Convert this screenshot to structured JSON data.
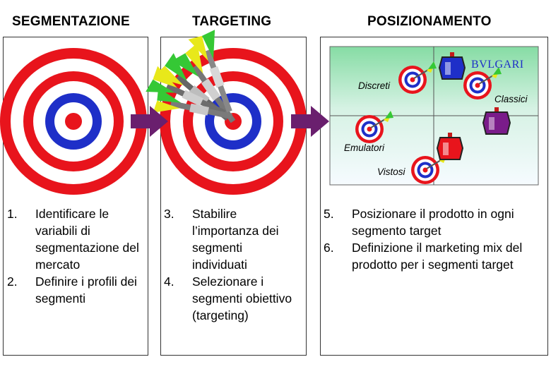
{
  "headers": {
    "segmentazione": "SEGMENTAZIONE",
    "targeting": "TARGETING",
    "posizionamento": "POSIZIONAMENTO"
  },
  "map": {
    "brand": "BVLGARI",
    "labels": {
      "discreti": "Discreti",
      "classici": "Classici",
      "emulatori": "Emulatori",
      "vistosi": "Vistosi"
    }
  },
  "steps": {
    "col1": [
      {
        "num": "1.",
        "text": "Identificare le variabili di segmentazione del mercato"
      },
      {
        "num": "2.",
        "text": "Definire i profili dei segmenti"
      }
    ],
    "col2": [
      {
        "num": "3.",
        "text": "Stabilire l’importanza dei segmenti individuati"
      },
      {
        "num": "4.",
        "text": "Selezionare i segmenti obiettivo (targeting)"
      }
    ],
    "col3": [
      {
        "num": "5.",
        "text": "Posizionare il prodotto in ogni segmento target"
      },
      {
        "num": "6.",
        "text": "Definizione il marketing mix del prodotto per i segmenti target"
      }
    ]
  },
  "colors": {
    "ring_red": "#e8141c",
    "ring_blue": "#1e2fc8",
    "arrow": "#6a1f6e",
    "quadrant_top": "#9be3b4",
    "quadrant_bottom": "#f6fbff"
  },
  "icons": [
    "target-icon",
    "darts-icon",
    "arrow-icon",
    "perfume-bottle-icon"
  ]
}
